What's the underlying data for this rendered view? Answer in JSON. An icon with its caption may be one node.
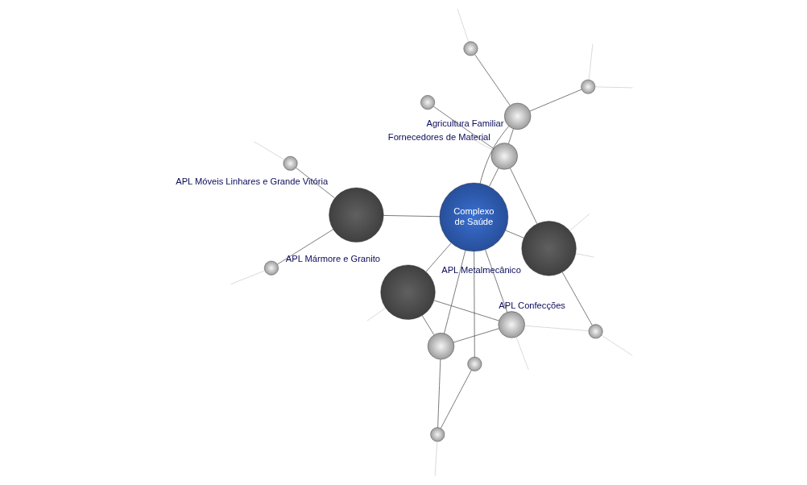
{
  "diagram": {
    "nodes": [
      {
        "text": [
          "Complexo de Saúde"
        ]
      },
      {
        "text": [],
        "shape": "circle",
        "beside": [
          "APL Móveis Linhares e Grande Vitória"
        ]
      },
      {
        "text": [],
        "shape": "circle",
        "beside": [
          "APL Mármore e Granito"
        ]
      },
      {
        "text": [],
        "shape": "circle",
        "beside": [
          "APL Confecções"
        ]
      },
      {
        "text": [],
        "shape": "circle",
        "beside": [
          "Agricultura Familiar"
        ]
      },
      {
        "text": [],
        "shape": "circle",
        "beside": [
          "Fornecedores de Material"
        ]
      },
      {
        "text": [],
        "shape": "circle",
        "beside": [
          "APL Metalmecânico"
        ]
      },
      {
        "text": [],
        "shape": "circle"
      },
      {
        "text": [],
        "shape": "circle"
      },
      {
        "text": [],
        "shape": "circle"
      },
      {
        "text": [],
        "shape": "circle"
      },
      {
        "text": [],
        "shape": "circle"
      },
      {
        "text": [],
        "shape": "circle"
      },
      {
        "text": [],
        "shape": "circle"
      },
      {
        "text": [],
        "shape": "circle"
      },
      {
        "text": [],
        "shape": "circle"
      }
    ],
    "edges": [
      {
        "from": 7,
        "to": 8,
        "arrow": "none"
      },
      {
        "from": 8,
        "to": 9,
        "arrow": "none"
      },
      {
        "from": 7,
        "to": 0,
        "arrow": "none"
      },
      {
        "from": 7,
        "to": 3,
        "arrow": "none"
      },
      {
        "from": 7,
        "to": 2,
        "arrow": "none"
      },
      {
        "from": 9,
        "to": 0,
        "arrow": "none"
      },
      {
        "from": 10,
        "to": 1,
        "arrow": "none"
      },
      {
        "from": 11,
        "to": 1,
        "arrow": "none"
      },
      {
        "from": 1,
        "to": 0,
        "arrow": "none"
      },
      {
        "from": 0,
        "to": 2,
        "arrow": "none"
      },
      {
        "from": 2,
        "to": 3,
        "arrow": "none"
      },
      {
        "from": 0,
        "to": 3,
        "arrow": "none"
      },
      {
        "from": 12,
        "to": 4,
        "arrow": "none"
      },
      {
        "from": 13,
        "to": 4,
        "arrow": "none"
      },
      {
        "from": 4,
        "to": 0,
        "arrow": "none"
      },
      {
        "from": 4,
        "to": 5,
        "arrow": "none"
      },
      {
        "from": 5,
        "to": 0,
        "arrow": "none"
      },
      {
        "from": 5,
        "to": 14,
        "arrow": "none"
      },
      {
        "from": 5,
        "to": 6,
        "arrow": "none"
      },
      {
        "from": 0,
        "to": 6,
        "arrow": "none"
      },
      {
        "from": 6,
        "to": 15,
        "arrow": "none"
      },
      {
        "from": 3,
        "to": 15,
        "arrow": "none",
        "color": "#c8c8c8"
      },
      {
        "from": 8,
        "to": null,
        "arrow": "none",
        "color": "#c8c8c8"
      },
      {
        "from": 10,
        "to": null,
        "arrow": "none",
        "color": "#c8c8c8"
      },
      {
        "from": 11,
        "to": null,
        "arrow": "none",
        "color": "#c8c8c8"
      },
      {
        "from": 12,
        "to": null,
        "arrow": "none",
        "color": "#c8c8c8"
      },
      {
        "from": 12,
        "to": null,
        "arrow": "none",
        "color": "#c8c8c8"
      },
      {
        "from": 13,
        "to": null,
        "arrow": "none",
        "color": "#c8c8c8"
      },
      {
        "from": 5,
        "to": null,
        "arrow": "none",
        "color": "#c8c8c8"
      },
      {
        "from": 6,
        "to": null,
        "arrow": "none",
        "color": "#c8c8c8"
      },
      {
        "from": 6,
        "to": null,
        "arrow": "none",
        "color": "#c8c8c8"
      },
      {
        "from": 3,
        "to": null,
        "arrow": "none",
        "color": "#c8c8c8"
      },
      {
        "from": 15,
        "to": null,
        "arrow": "none",
        "color": "#c8c8c8"
      },
      {
        "from": 2,
        "to": null,
        "arrow": "none",
        "color": "#c8c8c8"
      }
    ]
  }
}
